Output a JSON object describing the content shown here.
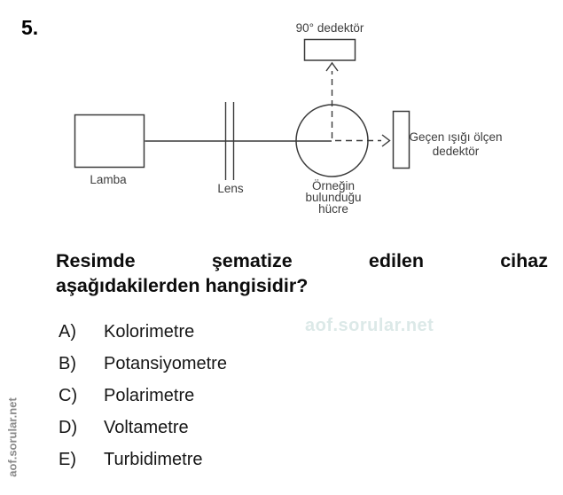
{
  "question": {
    "number": "5.",
    "line1": "Resimde şematize edilen cihaz",
    "line2": "aşağıdakilerden hangisidir?"
  },
  "diagram": {
    "labels": {
      "detector_90": "90° dedektör",
      "lamp": "Lamba",
      "lens": "Lens",
      "sample_cell": "Örneğin bulunduğu hücre",
      "transmitted_line1": "Geçen ışığı ölçen",
      "transmitted_line2": "dedektör"
    },
    "line_color": "#3a3a3a"
  },
  "options": [
    {
      "letter": "A)",
      "text": "Kolorimetre"
    },
    {
      "letter": "B)",
      "text": "Potansiyometre"
    },
    {
      "letter": "C)",
      "text": "Polarimetre"
    },
    {
      "letter": "D)",
      "text": "Voltametre"
    },
    {
      "letter": "E)",
      "text": "Turbidimetre"
    }
  ],
  "watermark": {
    "center": "aof.sorular.net",
    "left_vertical": "aof.sorular.net",
    "center_color": "#dce9e8",
    "left_color": "#8a8a8a"
  }
}
